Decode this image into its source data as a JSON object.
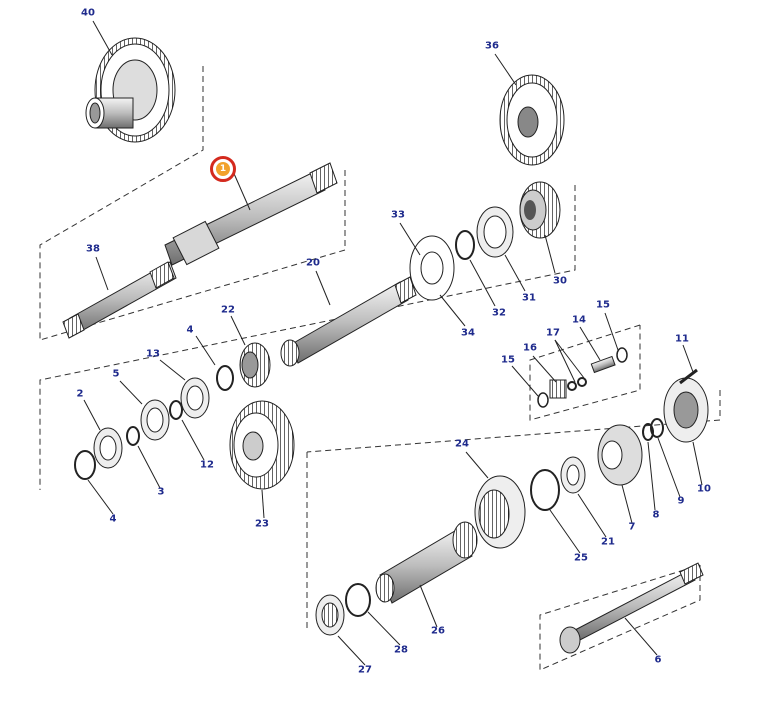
{
  "diagram": {
    "highlight_label": "1",
    "callouts": [
      "40",
      "36",
      "33",
      "38",
      "20",
      "30",
      "31",
      "32",
      "34",
      "15",
      "17",
      "14",
      "16",
      "15",
      "11",
      "4",
      "22",
      "13",
      "5",
      "2",
      "12",
      "3",
      "4",
      "23",
      "24",
      "8",
      "9",
      "10",
      "21",
      "7",
      "25",
      "26",
      "28",
      "27",
      "6"
    ],
    "colors": {
      "callout": "#1e2a8c",
      "highlight_ring": "#d42a1e",
      "highlight_fill": "#f2a12b",
      "line": "#333333"
    }
  }
}
